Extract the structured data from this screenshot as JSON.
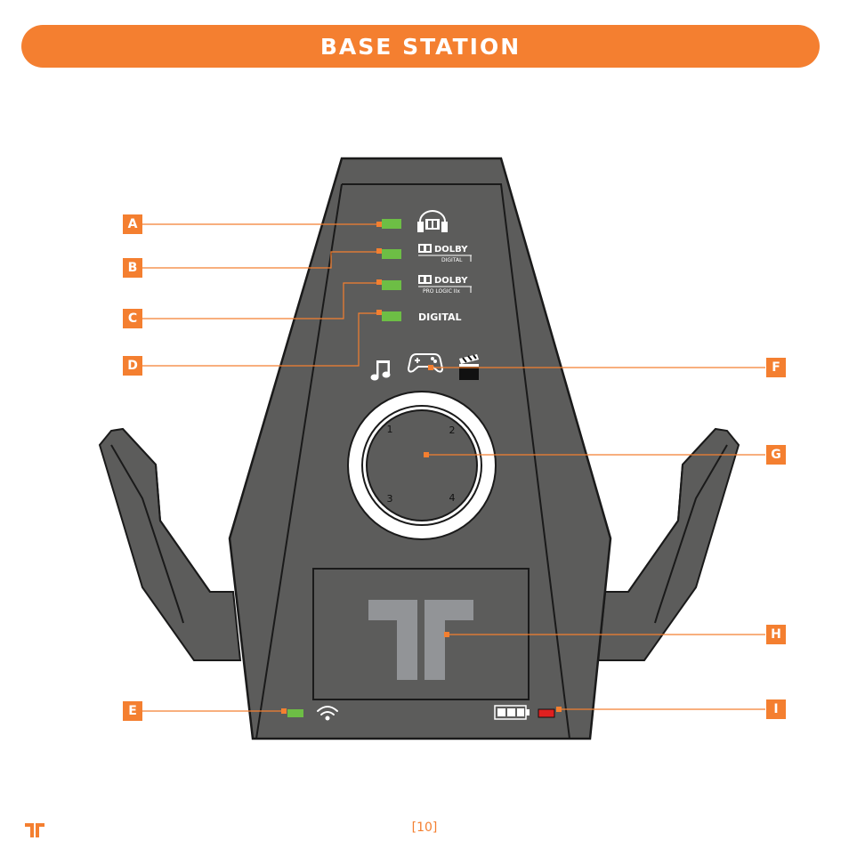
{
  "header": {
    "title": "BASE STATION"
  },
  "labels": {
    "dolby_digital_top": "DOLBY",
    "dolby_digital_sub": "DIGITAL",
    "dolby_plii_top": "DOLBY",
    "dolby_plii_sub": "PRO LOGIC IIx",
    "digital": "DIGITAL",
    "dial_1": "1",
    "dial_2": "2",
    "dial_3": "3",
    "dial_4": "4"
  },
  "callouts": {
    "a": "A",
    "b": "B",
    "c": "C",
    "d": "D",
    "e": "E",
    "f": "F",
    "g": "G",
    "h": "H",
    "i": "I"
  },
  "footer": {
    "page_number": "[10]"
  },
  "colors": {
    "accent": "#F47F30",
    "device_body": "#5C5C5B",
    "device_outline": "#1A1A1A",
    "led_green": "#6DBE45",
    "led_red": "#E02020",
    "logo_gray": "#929497",
    "page_number": "#F47F30"
  },
  "icons": [
    "headphone-dolby-icon",
    "dolby-logo-icon",
    "music-note-icon",
    "gamepad-icon",
    "clapperboard-icon",
    "wifi-icon",
    "battery-icon",
    "tritton-logo-icon"
  ]
}
